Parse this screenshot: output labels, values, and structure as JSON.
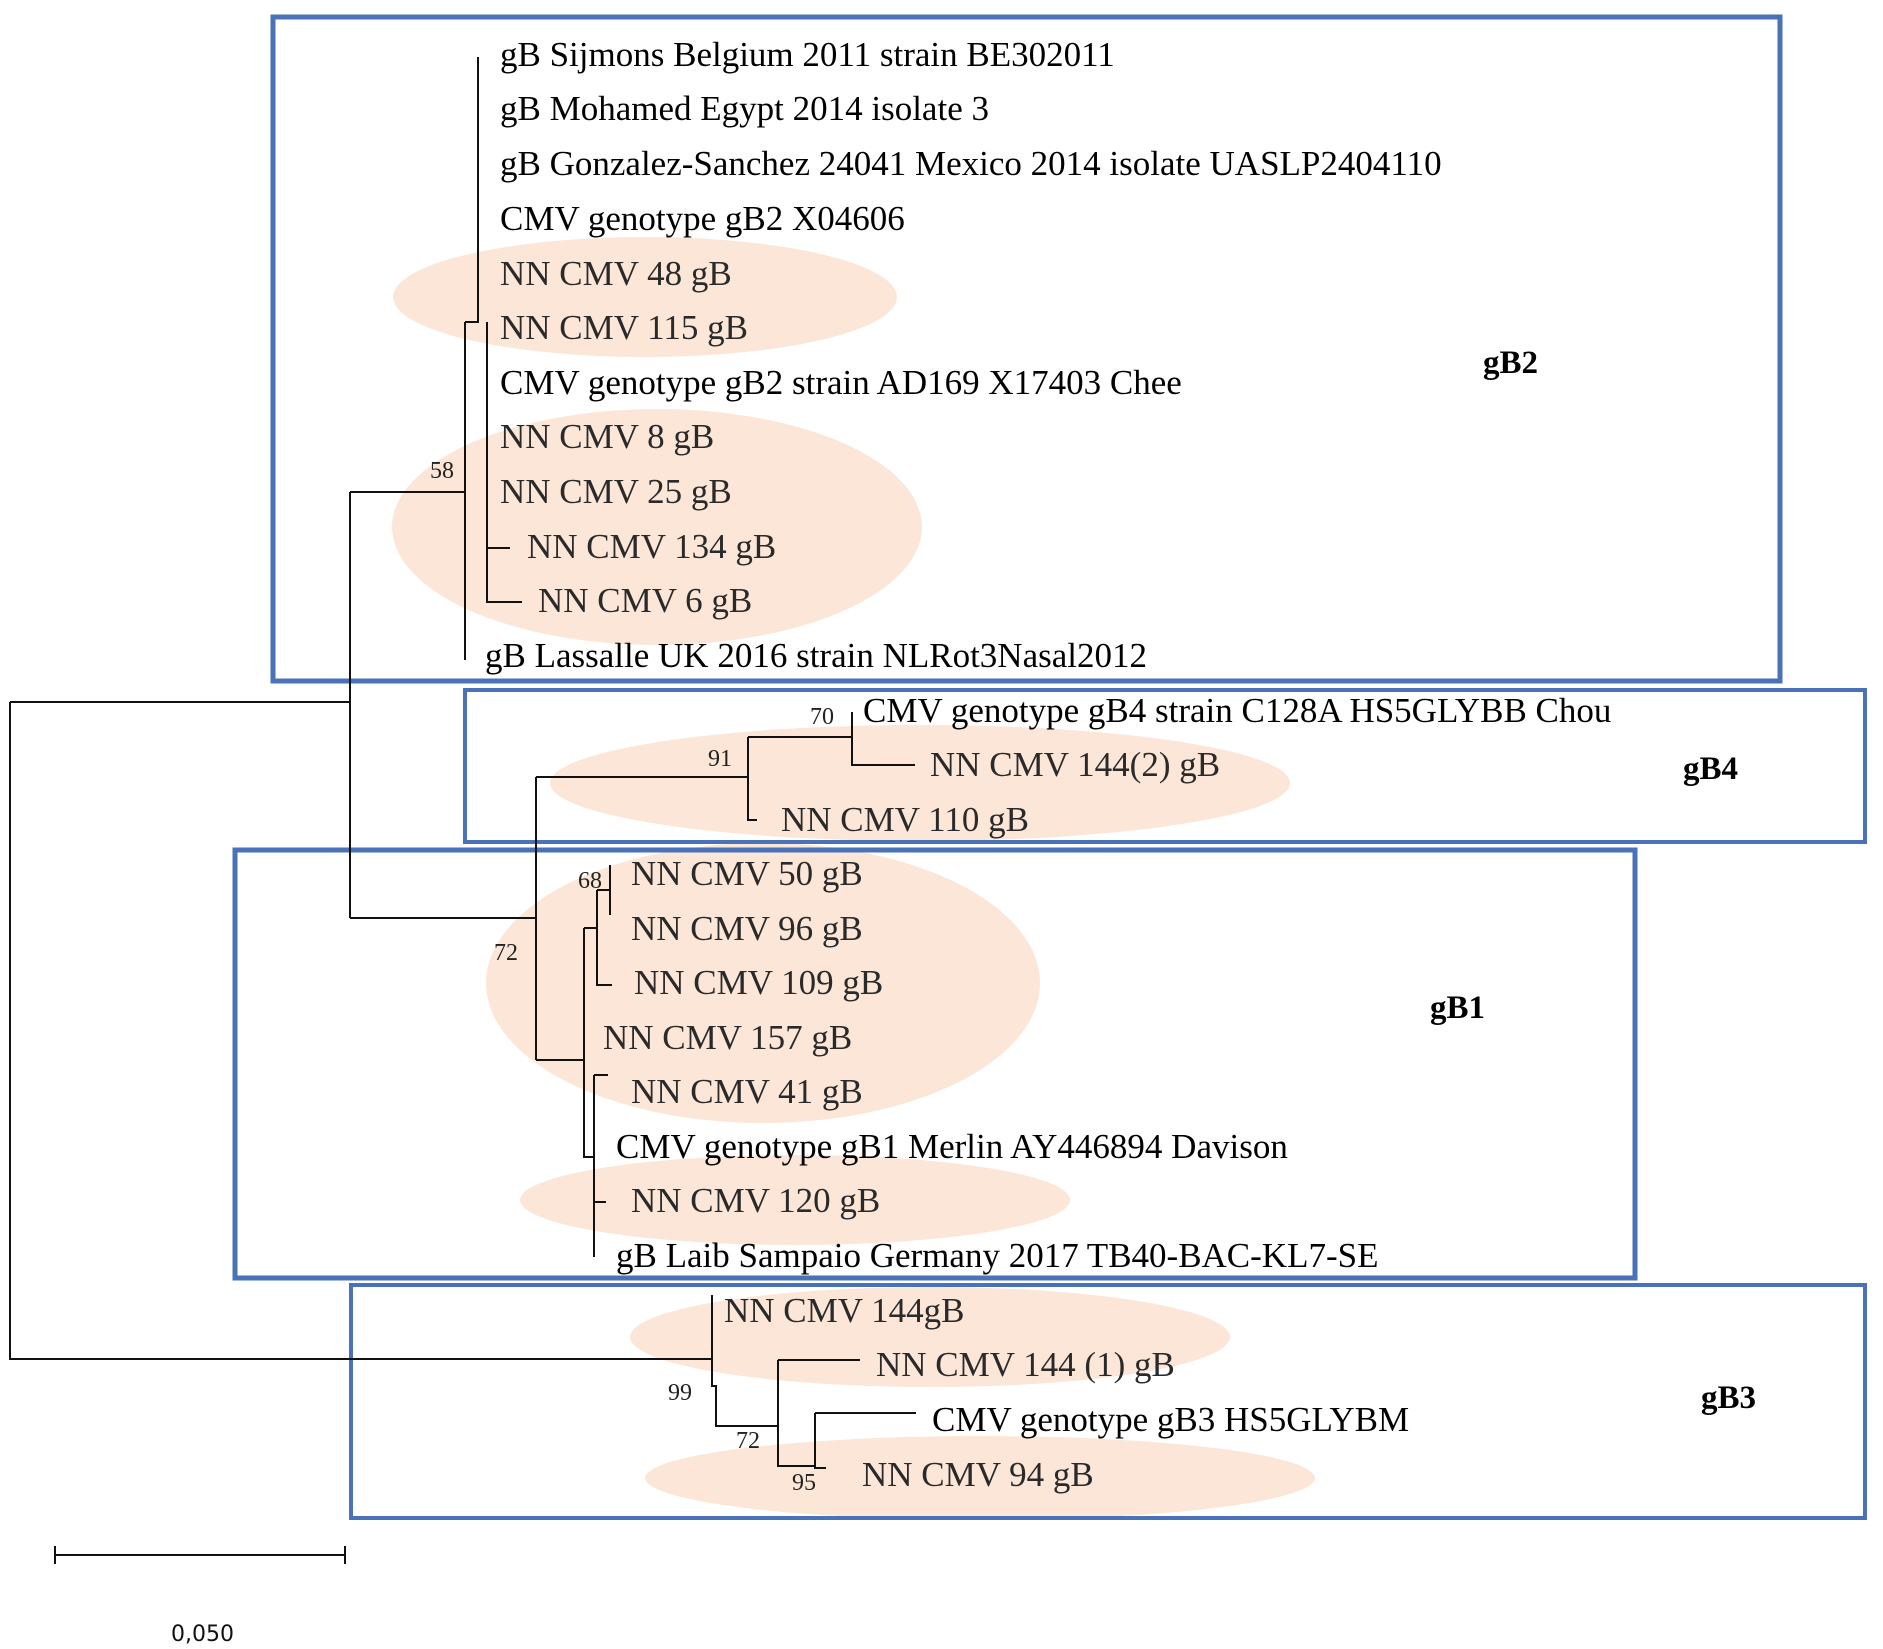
{
  "figure": {
    "type": "phylogenetic-tree",
    "colors": {
      "group_box": "#4a72b8",
      "highlight": "#f9d2b8",
      "branch": "#111111"
    }
  },
  "leaves": [
    {
      "id": "sijmons",
      "label": "gB Sijmons Belgium 2011 strain BE302011",
      "highlighted": false
    },
    {
      "id": "mohamed",
      "label": "gB Mohamed Egypt 2014 isolate 3",
      "highlighted": false
    },
    {
      "id": "gonzalez",
      "label": "gB Gonzalez-Sanchez 24041 Mexico 2014 isolate UASLP2404110",
      "highlighted": false
    },
    {
      "id": "gb2x04606",
      "label": "CMV genotype gB2 X04606",
      "highlighted": false
    },
    {
      "id": "nn48",
      "label": "NN CMV 48 gB",
      "highlighted": true
    },
    {
      "id": "nn115",
      "label": "NN CMV 115 gB",
      "highlighted": true
    },
    {
      "id": "ad169",
      "label": "CMV genotype gB2 strain AD169 X17403 Chee",
      "highlighted": false
    },
    {
      "id": "nn8",
      "label": "NN CMV 8 gB",
      "highlighted": true
    },
    {
      "id": "nn25",
      "label": "NN CMV 25 gB",
      "highlighted": true
    },
    {
      "id": "nn134",
      "label": "NN CMV 134 gB",
      "highlighted": true
    },
    {
      "id": "nn6",
      "label": "NN CMV 6 gB",
      "highlighted": true
    },
    {
      "id": "lassalle",
      "label": "gB Lassalle UK 2016 strain NLRot3Nasal2012",
      "highlighted": false
    },
    {
      "id": "c128a",
      "label": "CMV genotype gB4 strain C128A HS5GLYBB Chou",
      "highlighted": false
    },
    {
      "id": "nn144_2",
      "label": "NN CMV 144(2) gB",
      "highlighted": true
    },
    {
      "id": "nn110",
      "label": "NN CMV 110 gB",
      "highlighted": true
    },
    {
      "id": "nn50",
      "label": "NN CMV 50 gB",
      "highlighted": true
    },
    {
      "id": "nn96",
      "label": "NN CMV 96 gB",
      "highlighted": true
    },
    {
      "id": "nn109",
      "label": "NN CMV 109 gB",
      "highlighted": true
    },
    {
      "id": "nn157",
      "label": "NN CMV 157 gB",
      "highlighted": true
    },
    {
      "id": "nn41",
      "label": "NN CMV 41 gB",
      "highlighted": true
    },
    {
      "id": "merlin",
      "label": "CMV genotype gB1 Merlin AY446894 Davison",
      "highlighted": false
    },
    {
      "id": "nn120",
      "label": "NN CMV 120 gB",
      "highlighted": true
    },
    {
      "id": "laib",
      "label": "gB Laib Sampaio Germany 2017 TB40-BAC-KL7-SE",
      "highlighted": false
    },
    {
      "id": "nn144",
      "label": "NN CMV 144gB",
      "highlighted": true
    },
    {
      "id": "nn144_1",
      "label": "NN CMV 144 (1) gB",
      "highlighted": true
    },
    {
      "id": "gb3",
      "label": "CMV genotype gB3 HS5GLYBM",
      "highlighted": false
    },
    {
      "id": "nn94",
      "label": "NN CMV 94 gB",
      "highlighted": true
    }
  ],
  "bootstrap": [
    {
      "node": "gB2-clade",
      "value": "58"
    },
    {
      "node": "gB4-inner",
      "value": "70"
    },
    {
      "node": "gB4-clade",
      "value": "91"
    },
    {
      "node": "gB1-50-96",
      "value": "68"
    },
    {
      "node": "gB1-gB4",
      "value": "72"
    },
    {
      "node": "gB3-clade",
      "value": "99"
    },
    {
      "node": "gB3-inner",
      "value": "72"
    },
    {
      "node": "gB3-94",
      "value": "95"
    }
  ],
  "groups": [
    {
      "id": "gB2",
      "label": "gB2"
    },
    {
      "id": "gB4",
      "label": "gB4"
    },
    {
      "id": "gB1",
      "label": "gB1"
    },
    {
      "id": "gB3",
      "label": "gB3"
    }
  ],
  "scale_bar": {
    "value": 0.05,
    "label": "0,050"
  }
}
